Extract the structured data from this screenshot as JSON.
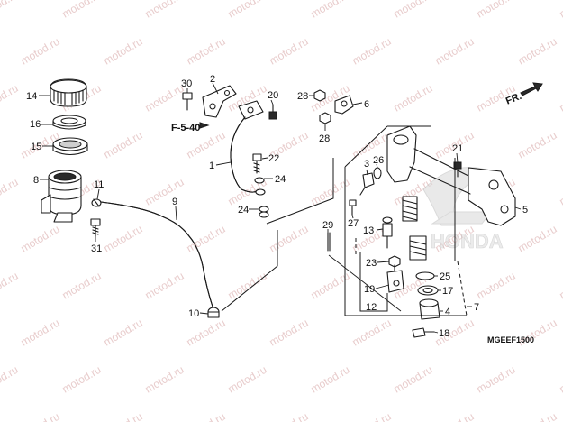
{
  "watermark": "motod.ru",
  "direction_label": "FR.",
  "reference_label": "F-5-40",
  "diagram_code": "MGEEF1500",
  "brand_logo_text": "HONDA",
  "callouts": {
    "c1": "1",
    "c2": "2",
    "c3": "3",
    "c4": "4",
    "c5": "5",
    "c6": "6",
    "c7": "7",
    "c8": "8",
    "c9": "9",
    "c10": "10",
    "c11": "11",
    "c12": "12",
    "c13": "13",
    "c14": "14",
    "c15": "15",
    "c16": "16",
    "c17": "17",
    "c18": "18",
    "c19": "19",
    "c20": "20",
    "c21": "21",
    "c22": "22",
    "c23": "23",
    "c24a": "24",
    "c24b": "24",
    "c25": "25",
    "c26": "26",
    "c27": "27",
    "c28a": "28",
    "c28b": "28",
    "c29": "29",
    "c30": "30",
    "c31": "31"
  }
}
